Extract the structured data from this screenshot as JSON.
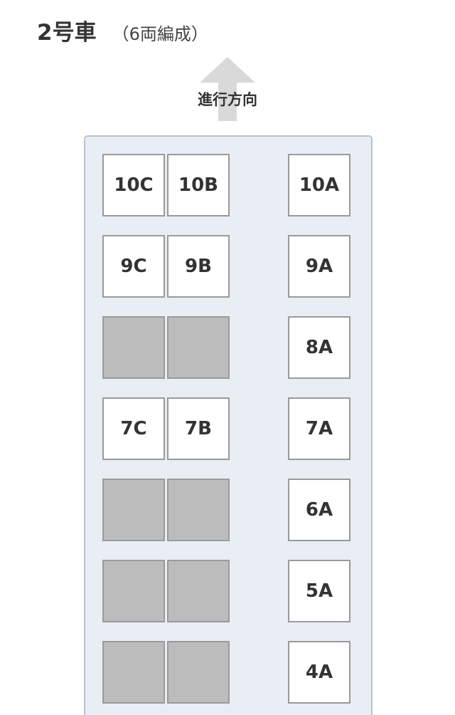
{
  "car": {
    "title": "2号車",
    "formation": "（6両編成）"
  },
  "direction": {
    "label": "進行方向"
  },
  "colors": {
    "car_body": "#e8eef4",
    "seat_available": "#ffffff",
    "seat_unavailable": "#bcbcbc",
    "arrow": "#d9d9d9"
  },
  "rows": [
    {
      "C": {
        "label": "10C",
        "available": true
      },
      "B": {
        "label": "10B",
        "available": true
      },
      "A": {
        "label": "10A",
        "available": true
      }
    },
    {
      "C": {
        "label": "9C",
        "available": true
      },
      "B": {
        "label": "9B",
        "available": true
      },
      "A": {
        "label": "9A",
        "available": true
      }
    },
    {
      "C": {
        "label": "",
        "available": false
      },
      "B": {
        "label": "",
        "available": false
      },
      "A": {
        "label": "8A",
        "available": true
      }
    },
    {
      "C": {
        "label": "7C",
        "available": true
      },
      "B": {
        "label": "7B",
        "available": true
      },
      "A": {
        "label": "7A",
        "available": true
      }
    },
    {
      "C": {
        "label": "",
        "available": false
      },
      "B": {
        "label": "",
        "available": false
      },
      "A": {
        "label": "6A",
        "available": true
      }
    },
    {
      "C": {
        "label": "",
        "available": false
      },
      "B": {
        "label": "",
        "available": false
      },
      "A": {
        "label": "5A",
        "available": true
      }
    },
    {
      "C": {
        "label": "",
        "available": false
      },
      "B": {
        "label": "",
        "available": false
      },
      "A": {
        "label": "4A",
        "available": true
      }
    }
  ]
}
